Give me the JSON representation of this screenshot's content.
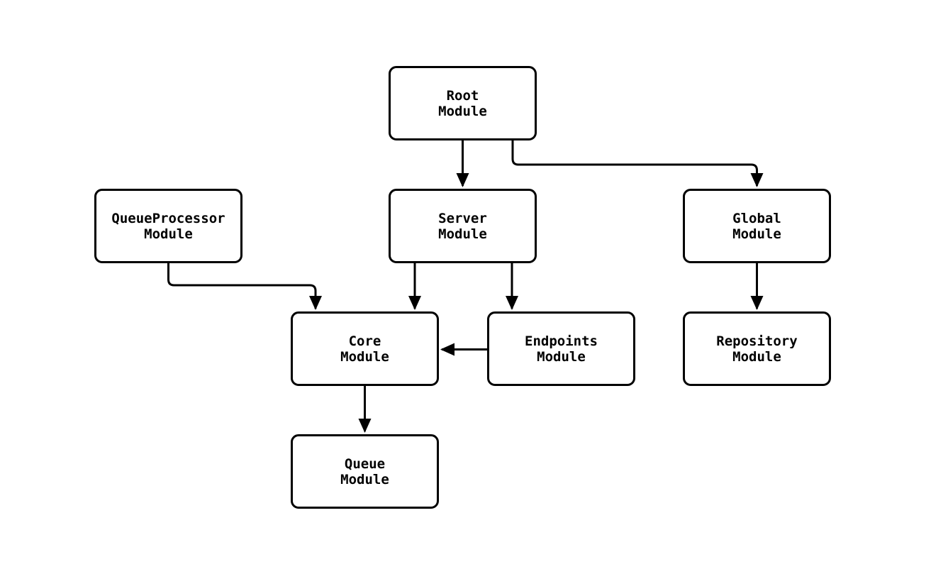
{
  "diagram": {
    "type": "module-dependency-flowchart",
    "colors": {
      "background": "#ffffff",
      "node_fill": "#ffffff",
      "node_stroke": "#000000",
      "edge_stroke": "#000000",
      "text": "#000000"
    },
    "nodes": {
      "root": {
        "line1": "Root",
        "line2": "Module"
      },
      "queue_processor": {
        "line1": "QueueProcessor",
        "line2": "Module"
      },
      "server": {
        "line1": "Server",
        "line2": "Module"
      },
      "global": {
        "line1": "Global",
        "line2": "Module"
      },
      "core": {
        "line1": "Core",
        "line2": "Module"
      },
      "endpoints": {
        "line1": "Endpoints",
        "line2": "Module"
      },
      "repository": {
        "line1": "Repository",
        "line2": "Module"
      },
      "queue": {
        "line1": "Queue",
        "line2": "Module"
      }
    },
    "edges": [
      {
        "from": "Root Module",
        "to": "Server Module"
      },
      {
        "from": "Root Module",
        "to": "Global Module"
      },
      {
        "from": "QueueProcessor Module",
        "to": "Core Module"
      },
      {
        "from": "Server Module",
        "to": "Core Module"
      },
      {
        "from": "Server Module",
        "to": "Endpoints Module"
      },
      {
        "from": "Endpoints Module",
        "to": "Core Module"
      },
      {
        "from": "Global Module",
        "to": "Repository Module"
      },
      {
        "from": "Core Module",
        "to": "Queue Module"
      }
    ]
  }
}
